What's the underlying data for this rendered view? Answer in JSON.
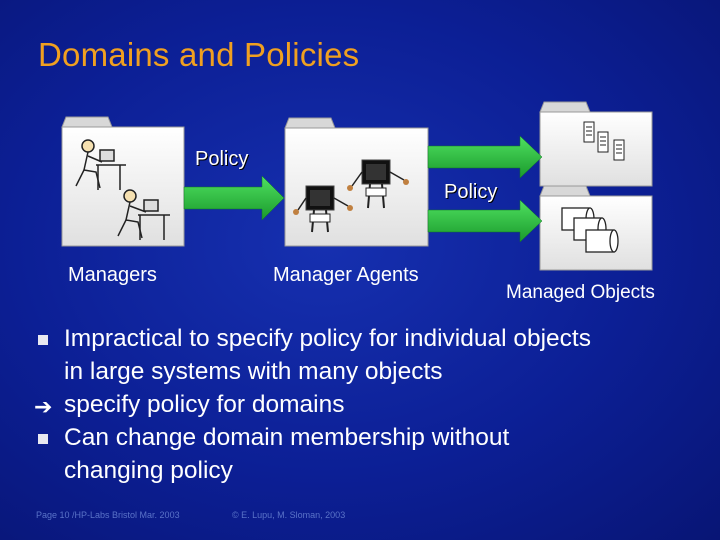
{
  "slide": {
    "title": "Domains and Policies"
  },
  "diagram": {
    "policy_label_1": "Policy",
    "policy_label_2": "Policy",
    "managers_label": "Managers",
    "manager_agents_label": "Manager Agents",
    "managed_objects_label": "Managed Objects",
    "colors": {
      "folder": "#f2f2f2",
      "arrow": "#2cc440",
      "title": "#f0a020",
      "background": "#0c1f95"
    }
  },
  "bullets": [
    {
      "type": "square",
      "lines": [
        "Impractical to specify policy for individual objects",
        "in large systems with many objects"
      ]
    },
    {
      "type": "arrow",
      "lines": [
        "specify policy for domains"
      ]
    },
    {
      "type": "square",
      "lines": [
        "Can change domain membership without",
        "changing policy"
      ]
    }
  ],
  "footer": {
    "left": "Page 10 /HP-Labs Bristol Mar. 2003",
    "center": "© E. Lupu, M. Sloman, 2003"
  }
}
